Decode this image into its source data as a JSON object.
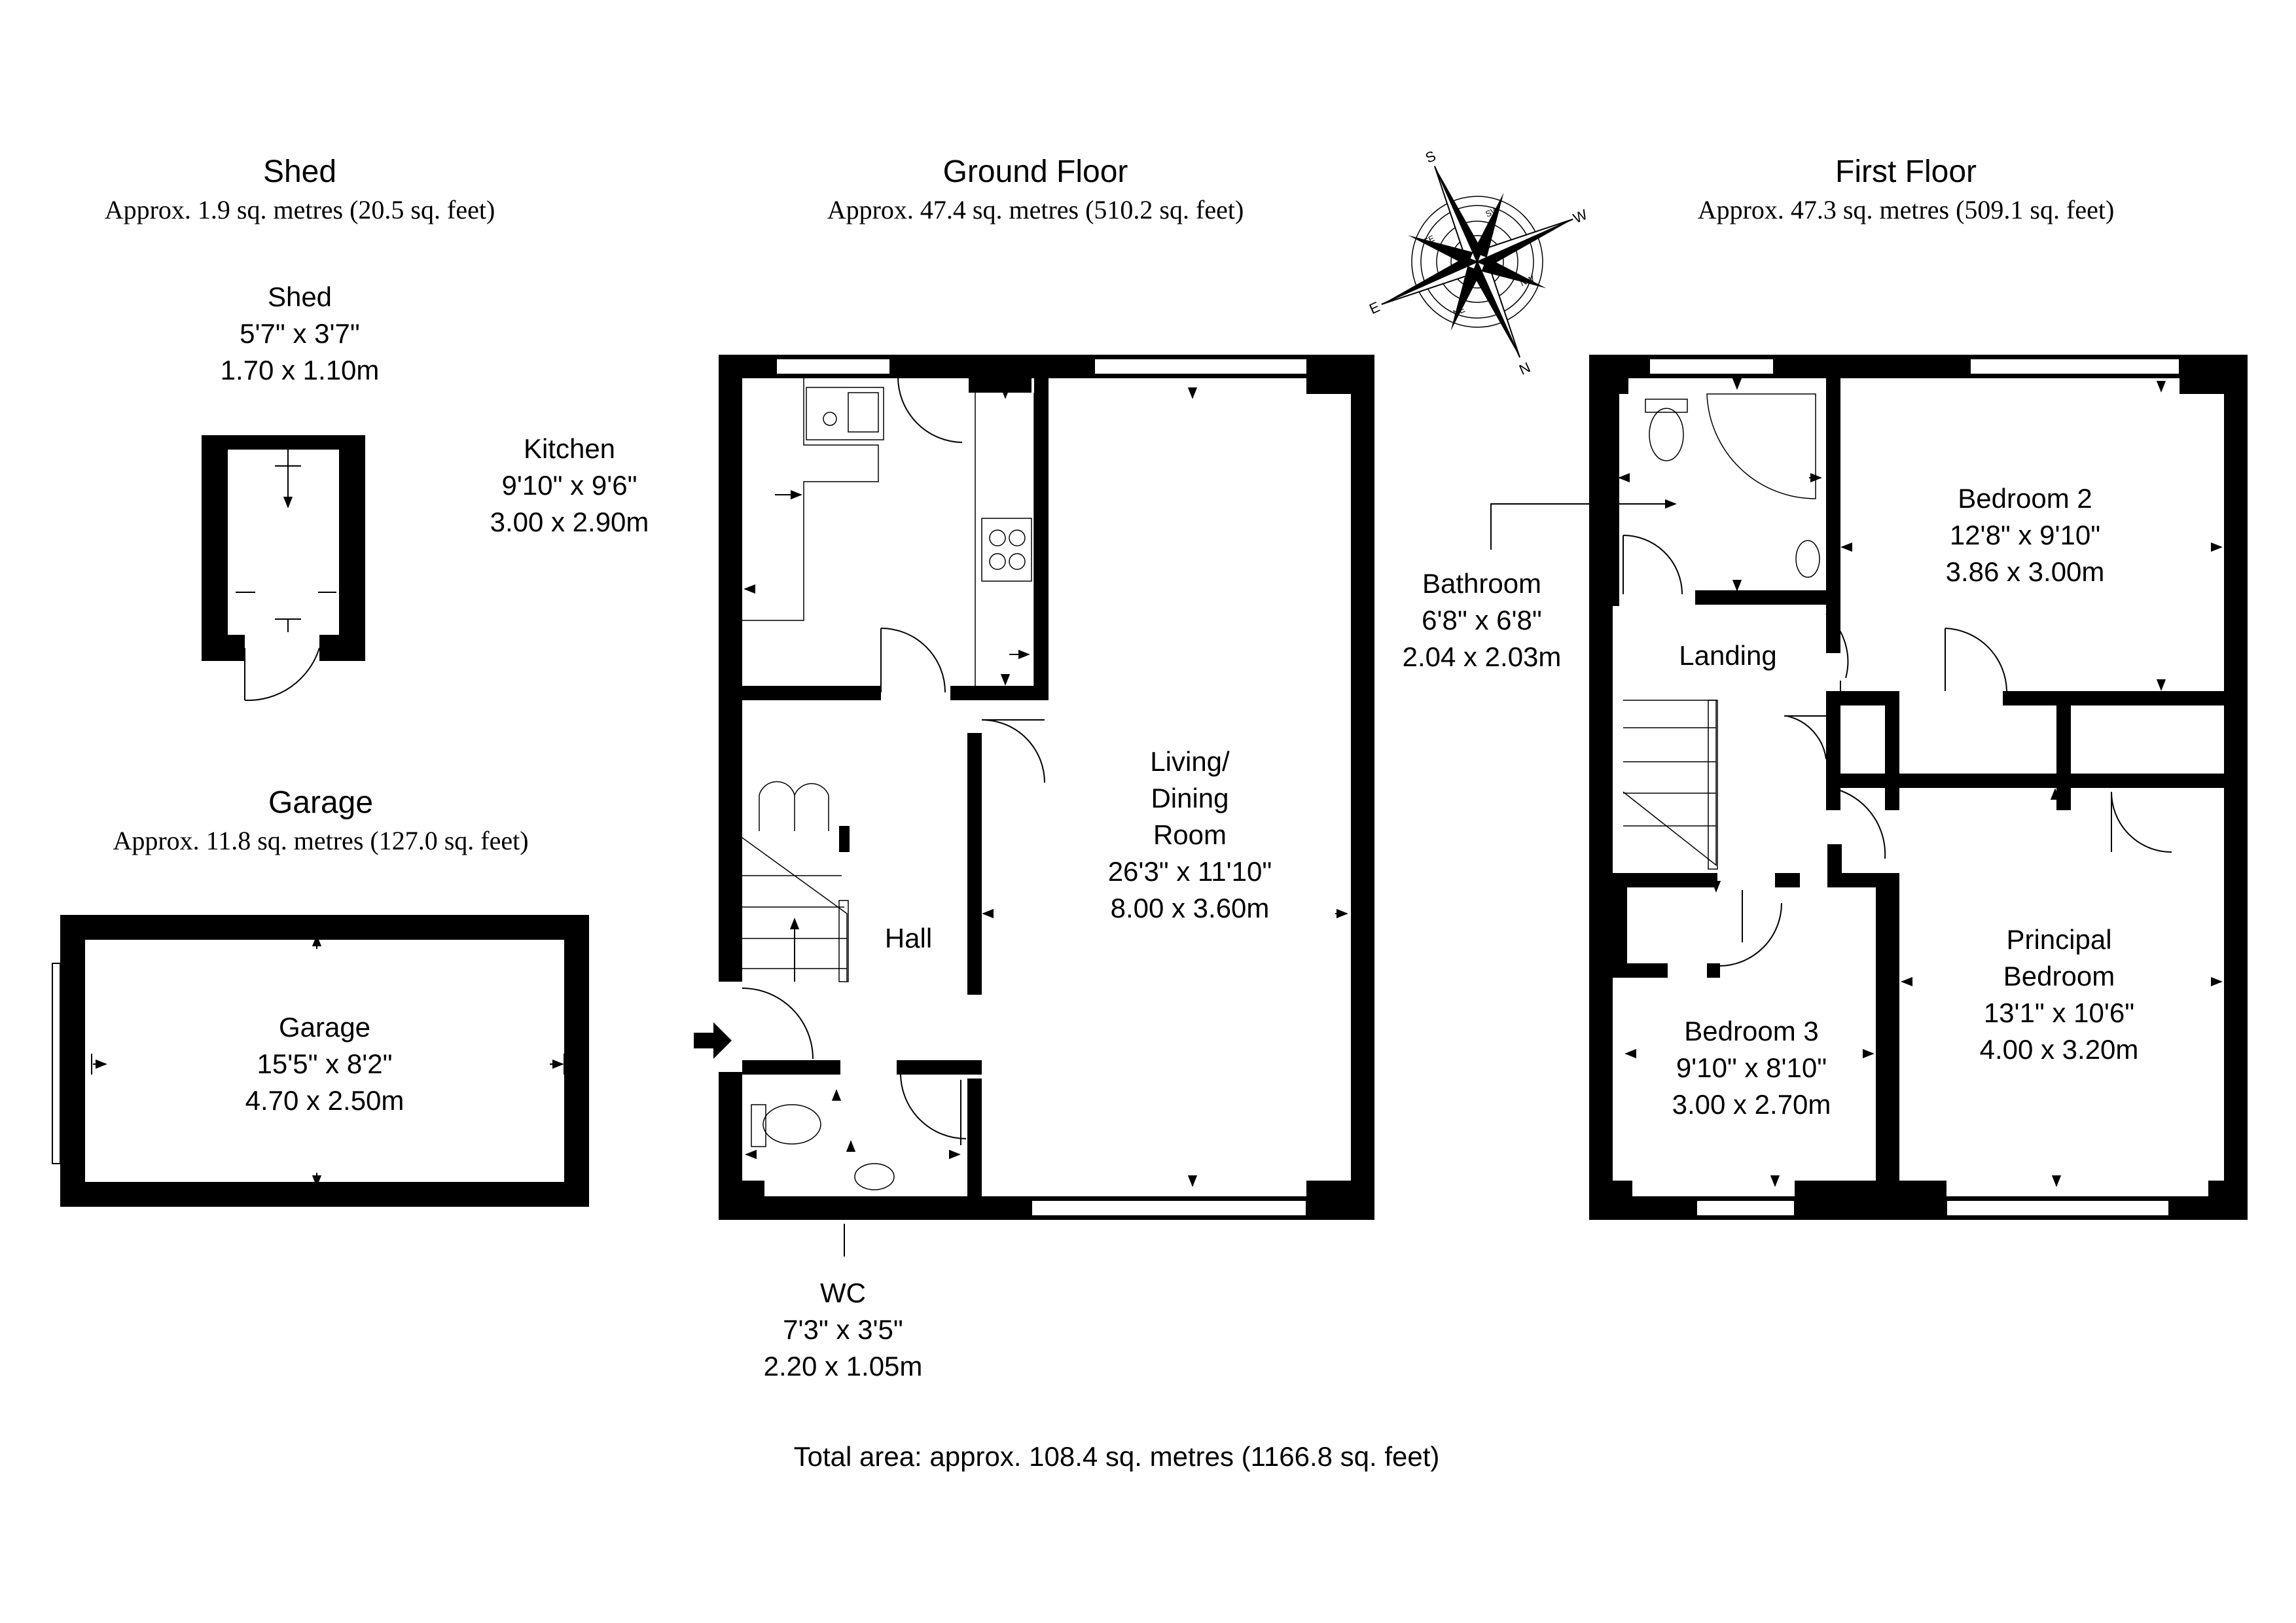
{
  "shed": {
    "title": "Shed",
    "area": "Approx. 1.9 sq. metres (20.5 sq. feet)",
    "room": {
      "name": "Shed",
      "imperial": "5'7\" x 3'7\"",
      "metric": "1.70 x 1.10m"
    }
  },
  "garage": {
    "title": "Garage",
    "area": "Approx. 11.8 sq. metres (127.0 sq. feet)",
    "room": {
      "name": "Garage",
      "imperial": "15'5\" x 8'2\"",
      "metric": "4.70 x 2.50m"
    }
  },
  "ground_floor": {
    "title": "Ground Floor",
    "area": "Approx. 47.4 sq. metres (510.2 sq. feet)",
    "kitchen": {
      "name": "Kitchen",
      "imperial": "9'10\" x 9'6\"",
      "metric": "3.00 x 2.90m"
    },
    "living": {
      "name_line1": "Living/",
      "name_line2": "Dining",
      "name_line3": "Room",
      "imperial": "26'3\" x 11'10\"",
      "metric": "8.00 x 3.60m"
    },
    "hall": {
      "name": "Hall"
    },
    "wc": {
      "name": "WC",
      "imperial": "7'3\" x 3'5\"",
      "metric": "2.20 x 1.05m"
    }
  },
  "first_floor": {
    "title": "First Floor",
    "area": "Approx. 47.3 sq. metres (509.1 sq. feet)",
    "bathroom": {
      "name": "Bathroom",
      "imperial": "6'8\" x 6'8\"",
      "metric": "2.04 x 2.03m"
    },
    "landing": {
      "name": "Landing"
    },
    "bedroom2": {
      "name": "Bedroom 2",
      "imperial": "12'8\" x 9'10\"",
      "metric": "3.86 x 3.00m"
    },
    "bedroom3": {
      "name": "Bedroom 3",
      "imperial": "9'10\" x 8'10\"",
      "metric": "3.00 x 2.70m"
    },
    "principal": {
      "name_line1": "Principal",
      "name_line2": "Bedroom",
      "imperial": "13'1\" x 10'6\"",
      "metric": "4.00 x 3.20m"
    }
  },
  "compass": {
    "labels": [
      "S",
      "W",
      "N",
      "E",
      "SW",
      "NW",
      "NE",
      "SE"
    ]
  },
  "total_area": "Total area: approx. 108.4 sq. metres (1166.8 sq. feet)"
}
